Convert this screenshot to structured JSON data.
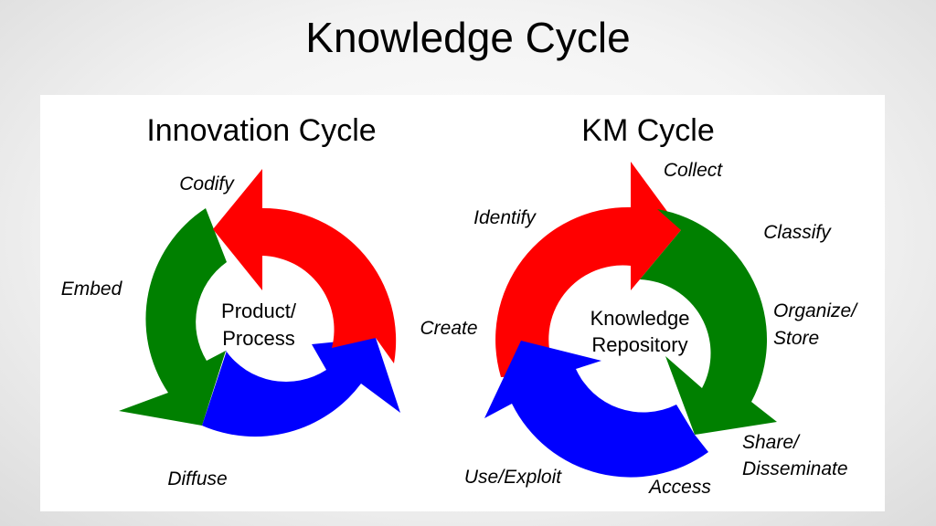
{
  "title": "Knowledge Cycle",
  "innovation_cycle": {
    "heading": "Innovation Cycle",
    "center": [
      "Product/",
      "Process"
    ],
    "stages": {
      "codify": "Codify",
      "embed": "Embed",
      "diffuse": "Diffuse"
    },
    "colors": {
      "red": "#ff0000",
      "green": "#008000",
      "blue": "#0000ff"
    }
  },
  "km_cycle": {
    "heading": "KM Cycle",
    "center": [
      "Knowledge",
      "Repository"
    ],
    "stages": {
      "collect": "Collect",
      "identify": "Identify",
      "classify": "Classify",
      "organize": [
        "Organize/",
        "Store"
      ],
      "create": "Create",
      "share": [
        "Share/",
        "Disseminate"
      ],
      "use_exploit": "Use/Exploit",
      "access": "Access"
    },
    "colors": {
      "red": "#ff0000",
      "green": "#008000",
      "blue": "#0000ff"
    }
  }
}
